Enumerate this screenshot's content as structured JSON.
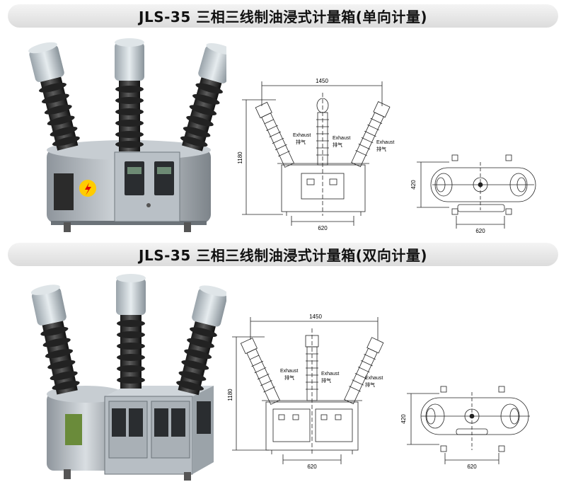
{
  "sections": [
    {
      "title": "JLS-35 三相三线制油浸式计量箱(单向计量)",
      "front": {
        "width_label": "1450",
        "height_label": "1180",
        "base_label": "620",
        "exhaust": [
          "Exhaust",
          "Exhaust",
          "Exhaust"
        ],
        "exhaust_cn": [
          "排气",
          "排气",
          "排气"
        ]
      },
      "top": {
        "height_label": "420",
        "base_label": "620"
      }
    },
    {
      "title": "JLS-35 三相三线制油浸式计量箱(双向计量)",
      "front": {
        "width_label": "1450",
        "height_label": "1180",
        "base_label": "620",
        "exhaust": [
          "Exhaust",
          "Exhaust",
          "Exhaust"
        ],
        "exhaust_cn": [
          "排气",
          "排气",
          "排气"
        ]
      },
      "top": {
        "height_label": "420",
        "base_label": "620"
      }
    }
  ]
}
